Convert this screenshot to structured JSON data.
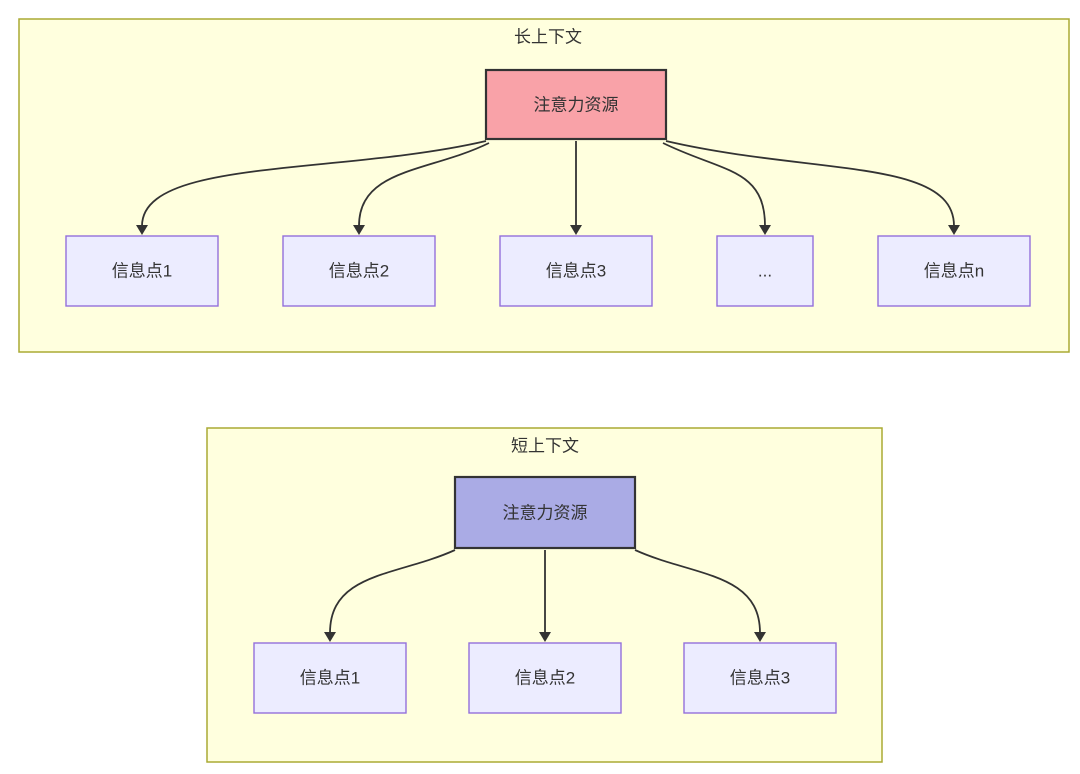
{
  "diagram": {
    "kind": "flowchart",
    "direction": "top-down"
  },
  "colors": {
    "background": "#ffffff",
    "panel_fill": "#ffffde",
    "panel_border": "#aaaa33",
    "node_fill": "#ececff",
    "node_border": "#9370db",
    "text": "#333333",
    "edge": "#333333",
    "attention_border": "#333333",
    "attention_long_fill": "#f9a2a8",
    "attention_short_fill": "#aaabe5"
  },
  "long_context": {
    "title": "长上下文",
    "attention_label": "注意力资源",
    "attention_fill": "#f9a2a8",
    "nodes": [
      "信息点1",
      "信息点2",
      "信息点3",
      "...",
      "信息点n"
    ]
  },
  "short_context": {
    "title": "短上下文",
    "attention_label": "注意力资源",
    "attention_fill": "#aaabe5",
    "nodes": [
      "信息点1",
      "信息点2",
      "信息点3"
    ]
  }
}
